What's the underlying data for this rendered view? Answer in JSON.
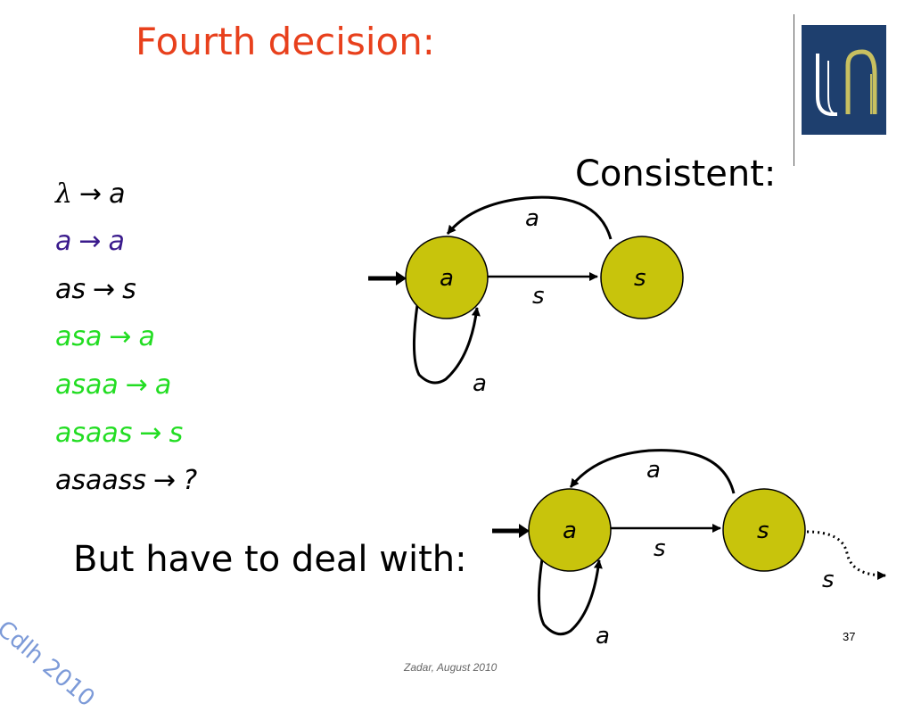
{
  "title": "Fourth decision:",
  "consistent_label": "Consistent:",
  "but_label": "But have to deal with:",
  "rules": [
    {
      "lhs": "λ",
      "rhs": "a",
      "color": "#000000"
    },
    {
      "lhs": "a",
      "rhs": "a",
      "color": "#3a1a8c"
    },
    {
      "lhs": "as",
      "rhs": "s",
      "color": "#000000"
    },
    {
      "lhs": "asa",
      "rhs": "a",
      "color": "#22dd22"
    },
    {
      "lhs": "asaa",
      "rhs": "a",
      "color": "#22dd22"
    },
    {
      "lhs": "asaas",
      "rhs": "s",
      "color": "#22dd22"
    },
    {
      "lhs": "asaass",
      "rhs": "?",
      "color": "#000000"
    }
  ],
  "arrow_symbol": "→",
  "automaton1": {
    "state_a": "a",
    "state_s": "s",
    "edge_a_to_s": "s",
    "edge_s_to_a": "a",
    "loop_a": "a"
  },
  "automaton2": {
    "state_a": "a",
    "state_s": "s",
    "edge_a_to_s": "s",
    "edge_s_to_a": "a",
    "loop_a": "a",
    "edge_s_out": "s"
  },
  "colors": {
    "title": "#e8401c",
    "state_fill": "#c8c40c",
    "logo_bg": "#1e3f6e",
    "logo_mark": "#c8c060",
    "watermark": "#7c9ad8"
  },
  "footer": "Zadar, August 2010",
  "page_number": "37",
  "watermark": "Cdlh 2010",
  "logo_icon": "university-logo"
}
